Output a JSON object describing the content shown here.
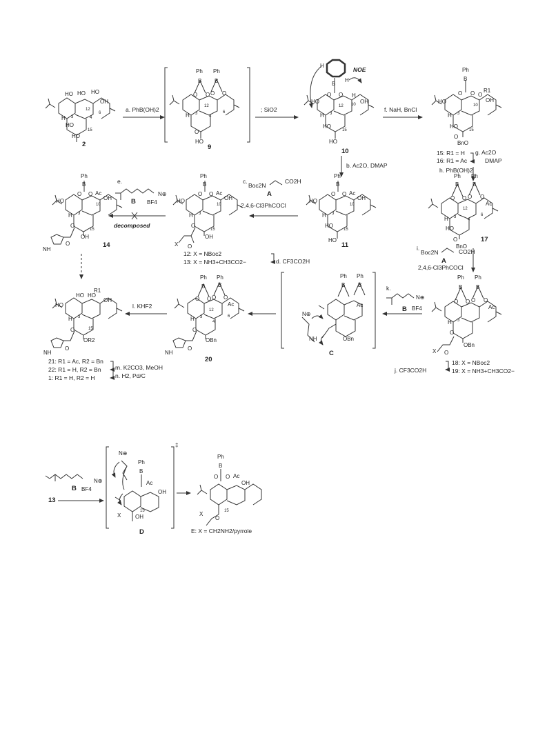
{
  "compounds": {
    "c2": "2",
    "c9": "9",
    "c10": "10",
    "c11": "11",
    "c14": "14",
    "c17": "17",
    "c20": "20",
    "cC": "C",
    "cD": "D"
  },
  "labels": {
    "ph": "Ph",
    "b": "B",
    "ac": "Ac",
    "bno": "BnO",
    "obn": "OBn",
    "ho": "HO",
    "oh": "OH",
    "o": "O",
    "h": "H",
    "x": "X",
    "nh": "NH",
    "n_plus": "N⊕",
    "bf4": "BF4",
    "oh_x": "OH",
    "or2": "OR2",
    "r1": "R1",
    "dagger": "‡",
    "nine_ring": "15",
    "n12": "12",
    "n3": "3",
    "n4": "4",
    "n6": "6",
    "n10": "10"
  },
  "reagents": {
    "a": "a. PhB(OH)2",
    "sio2": "; SiO2",
    "noe": "NOE",
    "f": "f. NaH, BnCl",
    "g": "g. Ac2O",
    "g2": "DMAP",
    "h": "h. PhB(OH)2",
    "b": "b. Ac2O, DMAP",
    "c": "c.",
    "c_acid": "Boc2N",
    "c_acid2": "CO2H",
    "c_A": "A",
    "c2": "2,4,6-Cl3PhCOCl",
    "e": "e.",
    "e_B": "B",
    "decomposed": "decomposed",
    "d": "d. CF3CO2H",
    "i": "i.",
    "i_acid": "Boc2N",
    "i_acid2": "CO2H",
    "i_A": "A",
    "i2": "2,4,6-Cl3PhCOCl",
    "k": "k.",
    "k_B": "B",
    "l": "l. KHF2",
    "j": "j. CF3CO2H",
    "m": "m. K2CO3, MeOH",
    "n": "n. H2, Pd/C"
  },
  "compound_notes": {
    "c15": "15: R1 = H",
    "c16": "16: R1 = Ac",
    "c12": "12: X = NBoc2",
    "c13": "13: X = NH3+CH3CO2−",
    "c18": "18: X = NBoc2",
    "c19": "19: X = NH3+CH3CO2−",
    "c21": "21: R1 = Ac, R2 = Bn",
    "c22": "22: R1 = H, R2 = Bn",
    "c1": "1: R1 = H, R2 = H",
    "cE": "E: X = CH2NH2/pyrrole",
    "c13b": "13"
  }
}
